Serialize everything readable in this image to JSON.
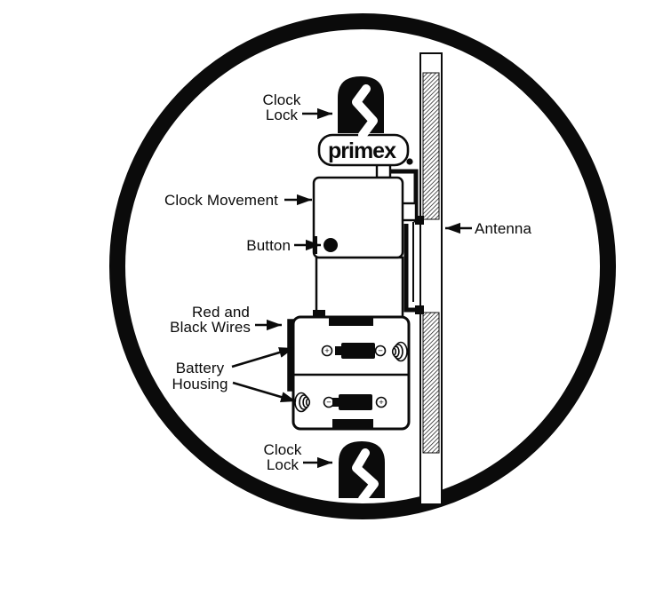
{
  "meta": {
    "type": "technical-diagram",
    "subject": "back view of a wall clock showing internal components",
    "ink_color": "#0b0b0b",
    "paper_color": "#ffffff"
  },
  "logo": {
    "text": "primex"
  },
  "labels": {
    "clock_lock_top": {
      "line1": "Clock",
      "line2": "Lock"
    },
    "clock_movement": "Clock Movement",
    "button": "Button",
    "antenna": "Antenna",
    "red_black_wires": {
      "line1": "Red and",
      "line2": "Black Wires"
    },
    "battery_housing": {
      "line1": "Battery",
      "line2": "Housing"
    },
    "clock_lock_bottom": {
      "line1": "Clock",
      "line2": "Lock"
    }
  },
  "battery": {
    "cells": [
      {
        "left": "+",
        "right": "−",
        "spring_side": "right"
      },
      {
        "left": "−",
        "right": "+",
        "spring_side": "left"
      }
    ]
  },
  "icons": {
    "clock_lock": "clock-lock-keyhole-icon",
    "antenna": "hatched-antenna-bar",
    "spring": "battery-spring-coil",
    "arrow": "solid-triangle-arrow"
  }
}
